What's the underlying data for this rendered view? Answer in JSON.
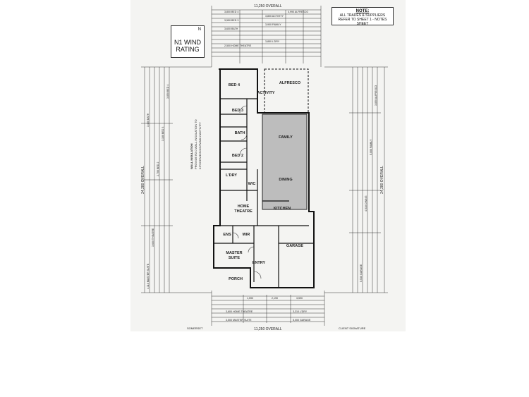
{
  "notes": {
    "heading": "NOTE:",
    "line1": "ALL TRADES & SUPPLIERS",
    "line2": "REFER TO SHEET 1 - NOTES SHEET"
  },
  "wind": {
    "north": "N",
    "rating_line1": "N1 WIND",
    "rating_line2": "RATING"
  },
  "overall": {
    "top": "11,250 OVERALL",
    "bottom": "11,250 OVERALL",
    "left": "24,280 OVERALL",
    "right": "24,280 OVERALL"
  },
  "rooms": {
    "bed4": "BED 4",
    "activity": "ACTIVITY",
    "alfresco": "ALFRESCO",
    "bed3": "BED 3",
    "bath": "BATH",
    "bed2": "BED 2",
    "family": "FAMILY",
    "ldry": "L'DRY",
    "wc": "W/C",
    "dining": "DINING",
    "home_theatre_1": "HOME",
    "home_theatre_2": "THEATRE",
    "kitchen": "KITCHEN",
    "ens": "ENS",
    "wir": "WIR",
    "garage": "GARAGE",
    "master_1": "MASTER",
    "master_2": "SUITE",
    "entry": "ENTRY",
    "porch": "PORCH"
  },
  "annotations": {
    "wall_insulation_1": "WALL INSULATION",
    "wall_insulation_2": "PROVIDE R2.0 WALL INSULATION TO",
    "wall_insulation_3": "KITCHEN/DINING/FAMILY/ACTIVITY"
  },
  "top_dims": [
    "3,800 BED 4",
    "3,550 BED 3",
    "3,600 BATH",
    "3,800 ACTIVITY",
    "3,900 FAMILY",
    "2,500 HOME THEATRE",
    "3,850 L'DRY",
    "4,990 ALFRESCO"
  ],
  "bottom_dims": [
    "3,600 HOME THEATRE",
    "3,500 MASTER SUITE",
    "3,310 L'DRY",
    "5,000 GARAGE",
    "1,590",
    "2,190",
    "3,590"
  ],
  "left_dims": [
    "4,110 MASTER SUITE",
    "3,600 THEATRE",
    "2,700 BED 2",
    "3,100 BED 3",
    "3,850 BED 4",
    "3,400 BATH"
  ],
  "right_dims": [
    "5,530 GARAGE",
    "4,510 DINING",
    "5,000 FAMILY",
    "3,850 ALFRESCO"
  ],
  "footer_left": "SOMERSET",
  "footer_right": "CLIENT SIGNATURE"
}
